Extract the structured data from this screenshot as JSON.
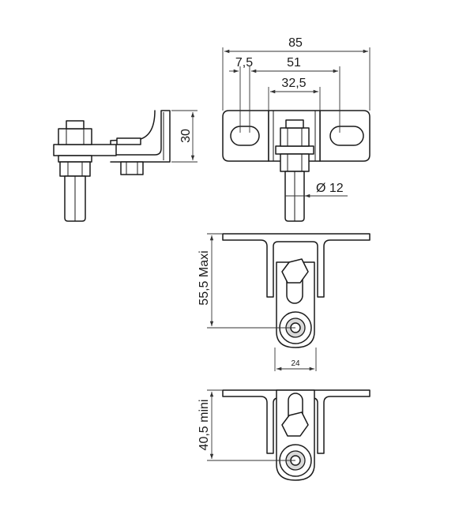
{
  "dimensions": {
    "overall_width": "85",
    "slot_offset": "7,5",
    "slot_span": "51",
    "inner_span": "32,5",
    "bracket_height": "30",
    "bolt_diameter": "Ø 12",
    "max_height": "55,5 Maxi",
    "base_width": "24",
    "min_height": "40,5 mini"
  }
}
